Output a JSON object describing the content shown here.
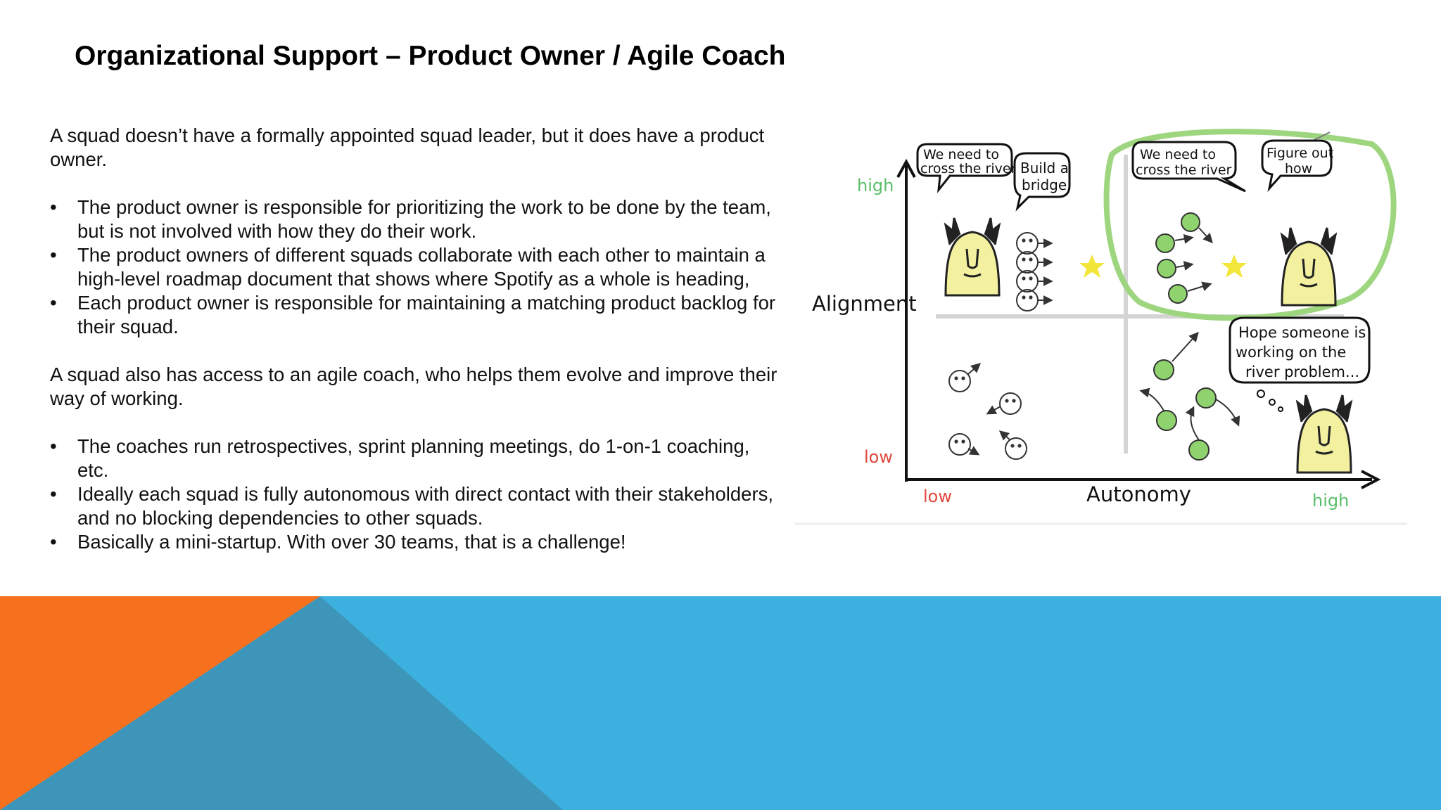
{
  "slide": {
    "title": "Organizational Support – Product Owner / Agile Coach",
    "para1": "A squad doesn’t have a formally appointed squad leader, but it does have a product owner.",
    "bullets1": [
      "The product owner is responsible for prioritizing the work to be done by the team, but is not involved with how they do their work.",
      "The product owners of different squads collaborate with each other to maintain a high-level roadmap document that shows where Spotify as a whole is heading,",
      "Each product owner is responsible for maintaining a matching product backlog for their squad."
    ],
    "para2": "A squad also has access to an agile coach, who helps them evolve and improve their way of working.",
    "bullets2": [
      "The coaches run retrospectives, sprint planning meetings, do 1-on-1 coaching, etc.",
      "Ideally each squad is fully autonomous with direct contact with their stakeholders, and no blocking dependencies to other squads.",
      "Basically a mini-startup. With over 30 teams, that is a challenge!"
    ],
    "bullet_char": "•"
  },
  "figure": {
    "y_axis_label": "Alignment",
    "x_axis_label": "Autonomy",
    "y_high": "high",
    "y_low": "low",
    "x_low": "low",
    "x_high": "high",
    "bubble_tl_1": "We need to",
    "bubble_tl_2": "cross the river",
    "bubble_build_1": "Build a",
    "bubble_build_2": "bridge",
    "bubble_tr_1": "We need to",
    "bubble_tr_2": "cross the river",
    "bubble_fig_1": "Figure out",
    "bubble_fig_2": "how",
    "thought_1": "Hope someone is",
    "thought_2": "working on the",
    "thought_3": "river problem..."
  },
  "colors": {
    "orange": "#F7701E",
    "blue": "#3CB1E0",
    "blue_dark": "#3D96B9",
    "green_highlight": "#9ED67F",
    "face_yellow": "#F3F1A0",
    "face_green": "#8FD36E",
    "star_yellow": "#F2E63A",
    "label_green": "#5BBE6A",
    "label_red": "#E0473C"
  }
}
